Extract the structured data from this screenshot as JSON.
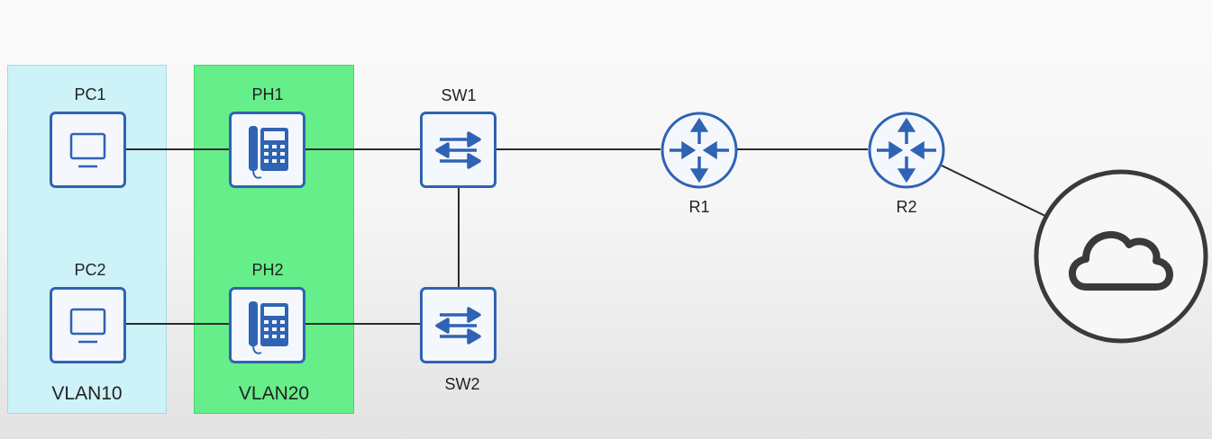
{
  "zones": {
    "vlan10": "VLAN10",
    "vlan20": "VLAN20"
  },
  "nodes": {
    "pc1": "PC1",
    "pc2": "PC2",
    "ph1": "PH1",
    "ph2": "PH2",
    "sw1": "SW1",
    "sw2": "SW2",
    "r1": "R1",
    "r2": "R2"
  },
  "icons": {
    "pc": "pc-icon",
    "phone": "ip-phone-icon",
    "switch": "switch-icon",
    "router": "router-icon",
    "internet": "cloud-icon"
  },
  "colors": {
    "device_blue": "#2f63b3",
    "vlan10_fill": "#cdf2f8",
    "vlan20_fill": "#66ee8a",
    "link": "#2a2a2a"
  }
}
